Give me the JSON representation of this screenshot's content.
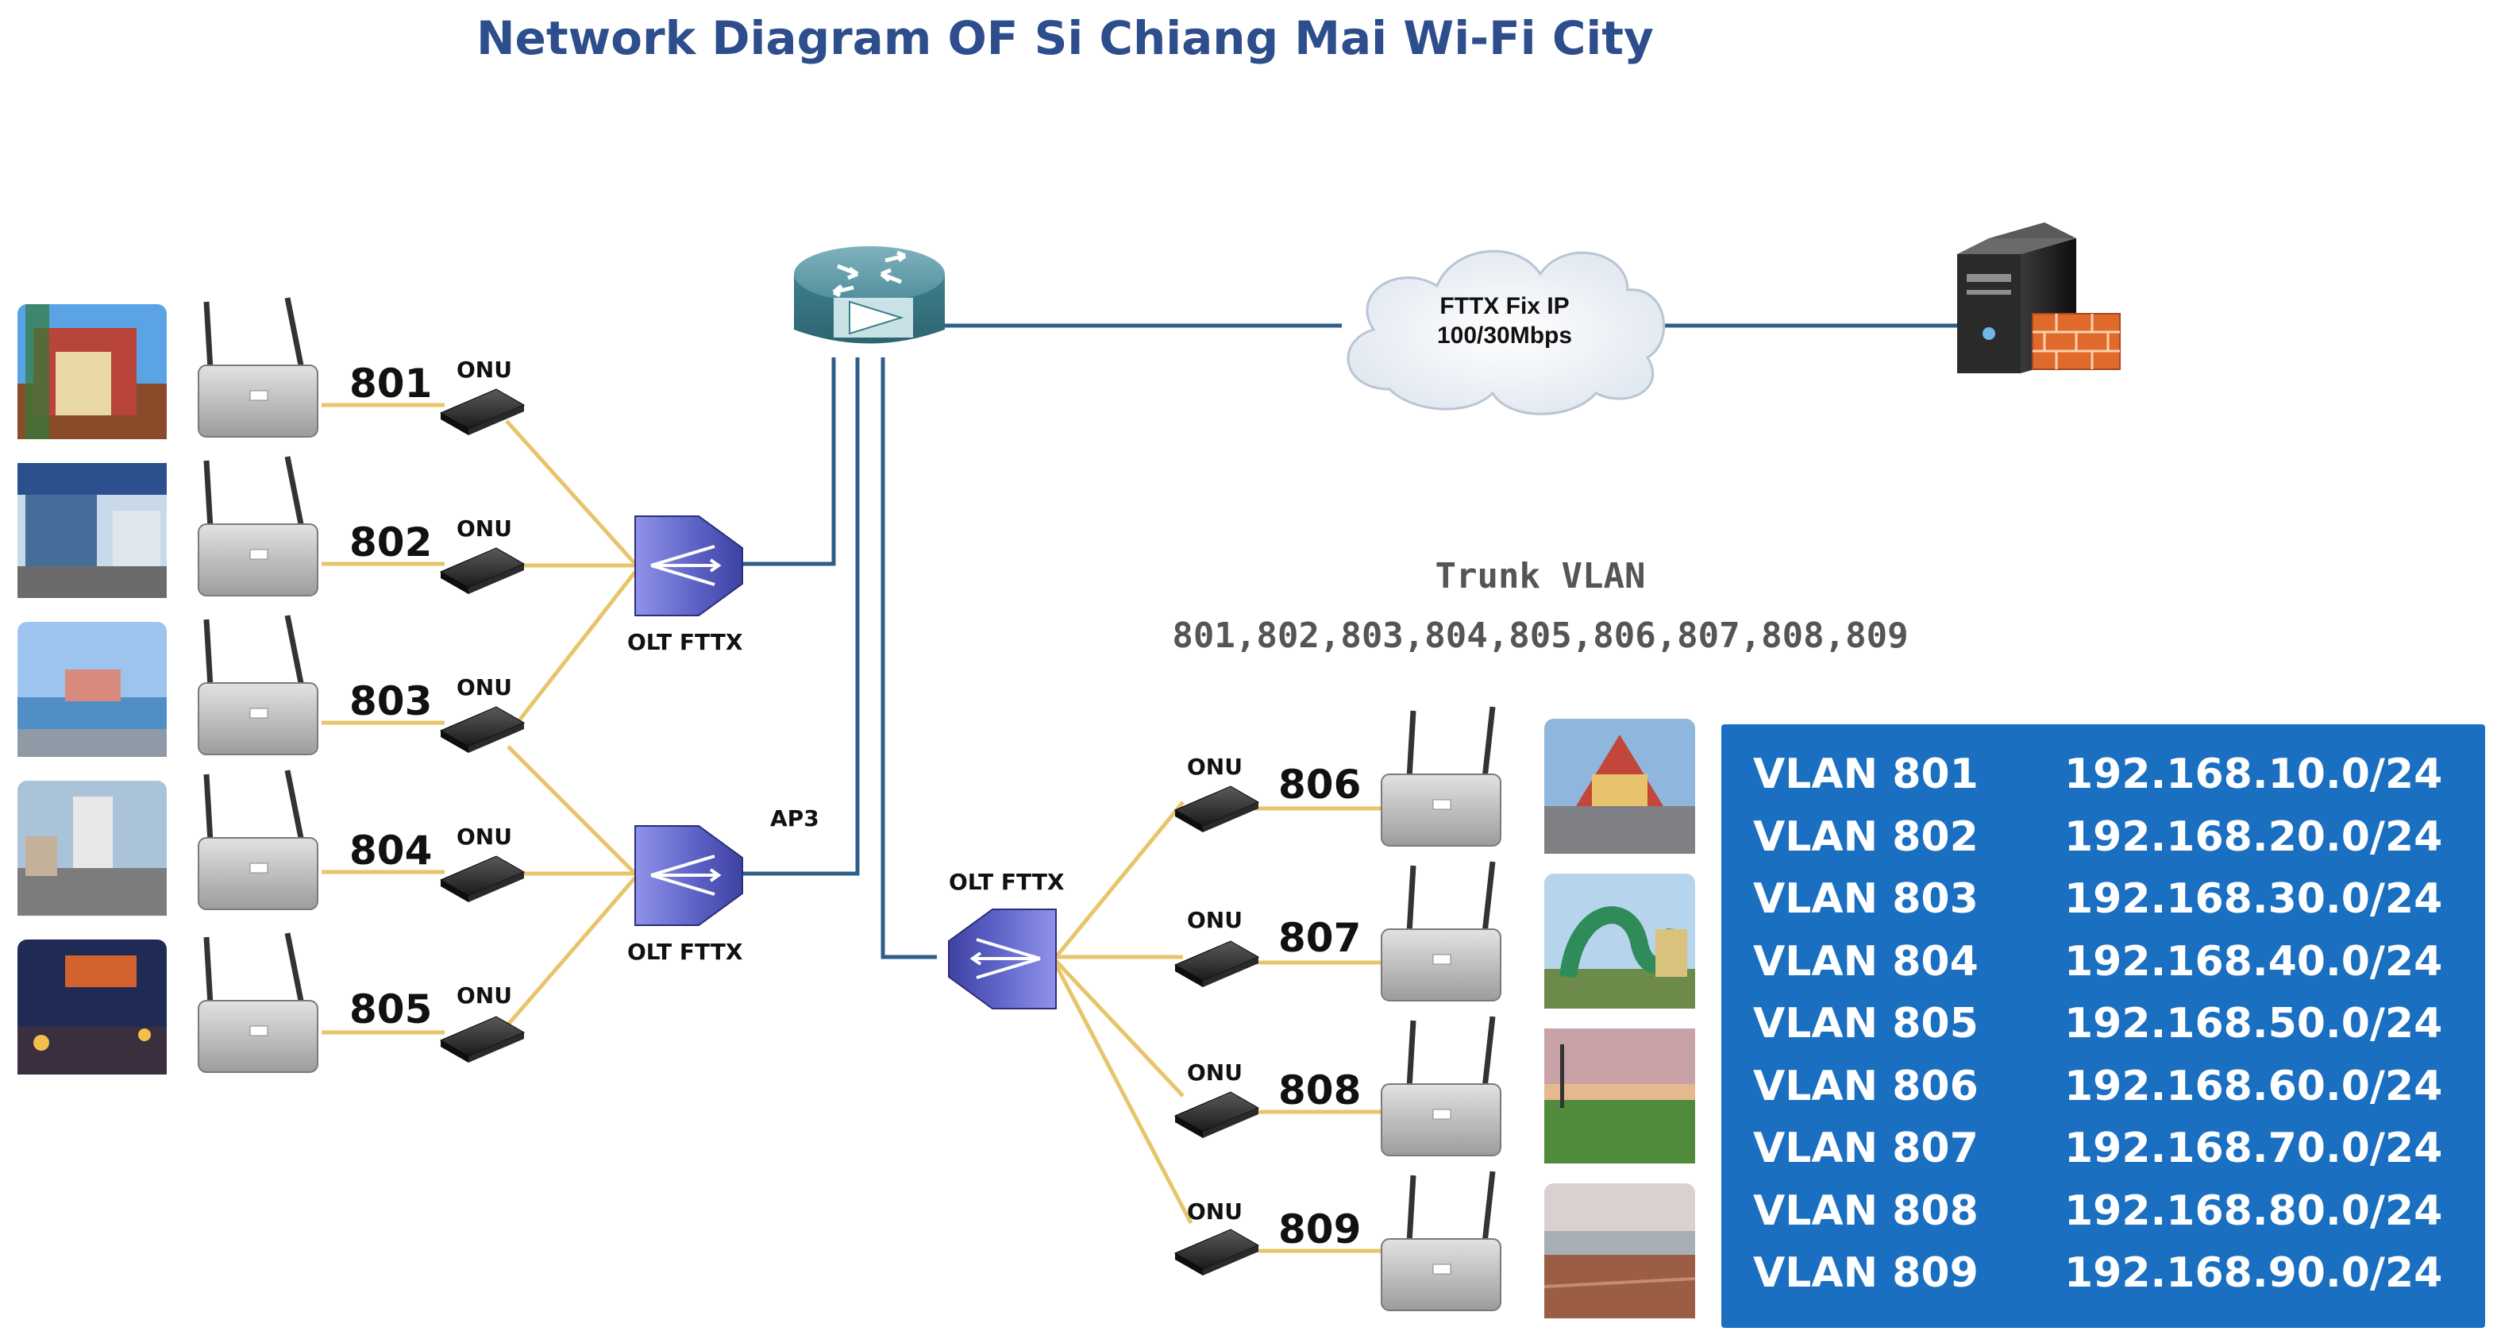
{
  "title": "Network Diagram OF Si Chiang Mai Wi-Fi City",
  "cloud": {
    "line1": "FTTX Fix IP",
    "line2": "100/30Mbps"
  },
  "trunk": {
    "title": "Trunk VLAN",
    "list": "801,802,803,804,805,806,807,808,809"
  },
  "olt_label": "OLT FTTX",
  "ap3_label": "AP3",
  "onu_label": "ONU",
  "left_aps": [
    "801",
    "802",
    "803",
    "804",
    "805"
  ],
  "right_aps": [
    "806",
    "807",
    "808",
    "809"
  ],
  "vlans": [
    {
      "name": "VLAN 801",
      "subnet": "192.168.10.0/24"
    },
    {
      "name": "VLAN 802",
      "subnet": "192.168.20.0/24"
    },
    {
      "name": "VLAN 803",
      "subnet": "192.168.30.0/24"
    },
    {
      "name": "VLAN 804",
      "subnet": "192.168.40.0/24"
    },
    {
      "name": "VLAN 805",
      "subnet": "192.168.50.0/24"
    },
    {
      "name": "VLAN 806",
      "subnet": "192.168.60.0/24"
    },
    {
      "name": "VLAN 807",
      "subnet": "192.168.70.0/24"
    },
    {
      "name": "VLAN 808",
      "subnet": "192.168.80.0/24"
    },
    {
      "name": "VLAN 809",
      "subnet": "192.168.90.0/24"
    }
  ],
  "colors": {
    "title": "#2e4d8c",
    "fiber": "#e8c46a",
    "uplink": "#2e5f8a",
    "table_bg": "#1a6fc1",
    "router": "#3c7f8c",
    "olt": "#6b6fd1"
  }
}
